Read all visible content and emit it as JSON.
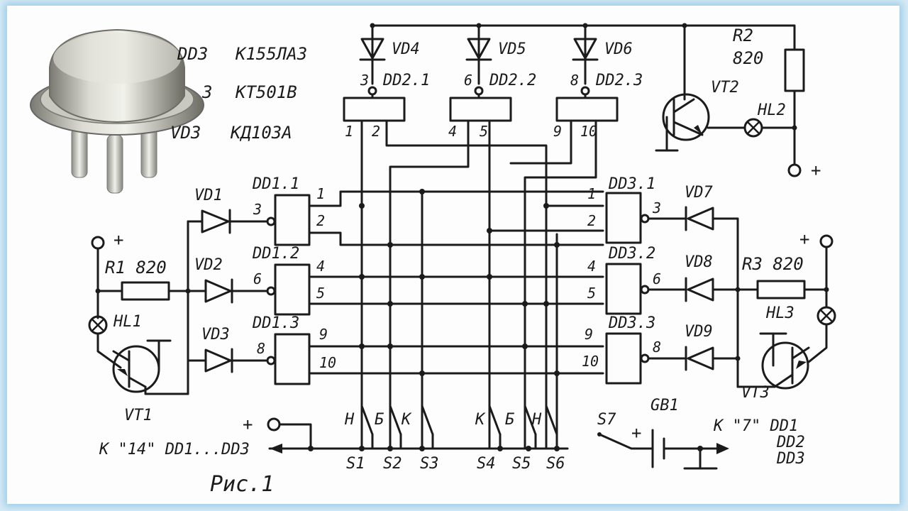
{
  "legend": {
    "dd3": "DD3",
    "dd3_type": "К155ЛА3",
    "vt_suffix": "3",
    "vt_type": "КТ501В",
    "vd_suffix": "VD3",
    "vd_type": "КД103А"
  },
  "chips": {
    "dd2_1": "DD2.1",
    "dd2_2": "DD2.2",
    "dd2_3": "DD2.3",
    "dd1_1": "DD1.1",
    "dd1_2": "DD1.2",
    "dd1_3": "DD1.3",
    "dd3_1": "DD3.1",
    "dd3_2": "DD3.2",
    "dd3_3": "DD3.3"
  },
  "diodes": {
    "vd1": "VD1",
    "vd2": "VD2",
    "vd3": "VD3",
    "vd4": "VD4",
    "vd5": "VD5",
    "vd6": "VD6",
    "vd7": "VD7",
    "vd8": "VD8",
    "vd9": "VD9"
  },
  "transistors": {
    "vt1": "VT1",
    "vt2": "VT2",
    "vt3": "VT3"
  },
  "lamps": {
    "hl1": "HL1",
    "hl2": "HL2",
    "hl3": "HL3"
  },
  "resistors": {
    "r1": "R1 820",
    "r2": "R2",
    "r2_value": "820",
    "r3": "R3 820"
  },
  "pins": {
    "p1": "1",
    "p2": "2",
    "p3": "3",
    "p4": "4",
    "p5": "5",
    "p6": "6",
    "p8": "8",
    "p9": "9",
    "p10": "10"
  },
  "switches": {
    "s1": "S1",
    "s2": "S2",
    "s3": "S3",
    "s4": "S4",
    "s5": "S5",
    "s6": "S6",
    "s7": "S7",
    "n": "Н",
    "b": "Б",
    "k": "К"
  },
  "power": {
    "plus": "+",
    "minus_note": "К \"7\" DD1",
    "dd2": "DD2",
    "dd3": "DD3",
    "supply_note": "К \"14\" DD1...DD3",
    "battery": "GB1"
  },
  "figure": {
    "caption": "Рис.1"
  }
}
